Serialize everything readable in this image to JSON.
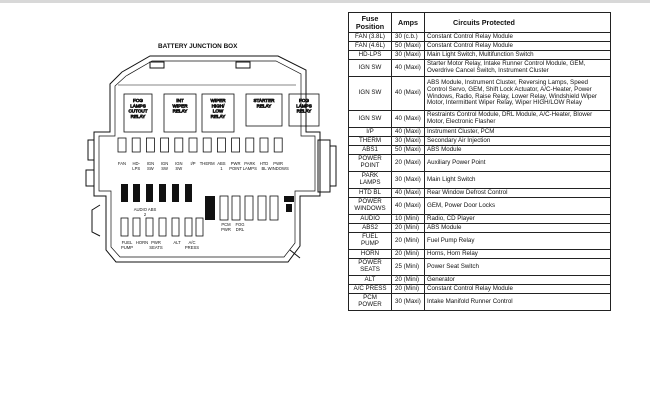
{
  "diagram": {
    "title": "BATTERY JUNCTION BOX",
    "relays": [
      {
        "label": "FOG\nLAMPS\nCUTOUT\nRELAY"
      },
      {
        "label": "INT\nWIPER\nRELAY"
      },
      {
        "label": "WIPER\nHIGH/\nLOW\nRELAY"
      },
      {
        "label": "STARTER\nRELAY"
      },
      {
        "label": "FOG\nLAMPS\nRELAY"
      }
    ],
    "maxi_fuse_labels": [
      {
        "label": "FAN"
      },
      {
        "label": "HD-\nLPS"
      },
      {
        "label": "IGN\nSW"
      },
      {
        "label": "IGN\nSW"
      },
      {
        "label": "IGN\nSW"
      },
      {
        "label": "I/P"
      },
      {
        "label": "THERM"
      },
      {
        "label": "ABS\n1"
      },
      {
        "label": "PWR\nPOINT"
      },
      {
        "label": "PARK\nLAMPS"
      },
      {
        "label": "HTD\nBL"
      },
      {
        "label": "PWR\nWINDOWS"
      }
    ],
    "audio_abs_label": "AUDIO ABS\n2",
    "bottom_labels": [
      {
        "label": "FUEL\nPUMP"
      },
      {
        "label": "HORN"
      },
      {
        "label": "PWR\nSEATS"
      },
      {
        "label": "ALT"
      },
      {
        "label": "A/C\nPRESS"
      },
      {
        "label": "PCM\nPWR"
      },
      {
        "label": "FOG\nDRL"
      }
    ]
  },
  "table": {
    "headers": {
      "position": "Fuse\nPosition",
      "amps": "Amps",
      "circuits": "Circuits Protected"
    },
    "rows": [
      {
        "position": "FAN (3.8L)",
        "amps": "30 (c.b.)",
        "circuits": "Constant Control Relay Module"
      },
      {
        "position": "FAN (4.6L)",
        "amps": "50 (Maxi)",
        "circuits": "Constant Control Relay Module"
      },
      {
        "position": "HD-LPS",
        "amps": "30 (Maxi)",
        "circuits": "Main Light Switch, Multifunction Switch"
      },
      {
        "position": "IGN SW",
        "amps": "40 (Maxi)",
        "circuits": "Starter Motor Relay, Intake Runner Control Module, GEM, Overdrive Cancel Switch, Instrument Cluster"
      },
      {
        "position": "IGN SW",
        "amps": "40 (Maxi)",
        "circuits": "ABS Module, Instrument Cluster, Reversing Lamps, Speed Control Servo, GEM, Shift Lock Actuator, A/C-Heater, Power Windows, Radio, Raise Relay, Lower Relay, Windshield Wiper Motor, Intermittent Wiper Relay, Wiper HIGH/LOW Relay"
      },
      {
        "position": "IGN SW",
        "amps": "40 (Maxi)",
        "circuits": "Restraints Control Module, DRL Module, A/C-Heater, Blower Motor, Electronic Flasher"
      },
      {
        "position": "I/P",
        "amps": "40 (Maxi)",
        "circuits": "Instrument Cluster, PCM"
      },
      {
        "position": "THERM",
        "amps": "30 (Maxi)",
        "circuits": "Secondary Air Injection"
      },
      {
        "position": "ABS1",
        "amps": "50 (Maxi)",
        "circuits": "ABS Module"
      },
      {
        "position": "POWER\nPOINT",
        "amps": "20 (Maxi)",
        "circuits": "Auxiliary Power Point"
      },
      {
        "position": "PARK\nLAMPS",
        "amps": "30 (Maxi)",
        "circuits": "Main Light Switch"
      },
      {
        "position": "HTD BL",
        "amps": "40 (Maxi)",
        "circuits": "Rear Window Defrost Control"
      },
      {
        "position": "POWER\nWINDOWS",
        "amps": "40 (Maxi)",
        "circuits": "GEM, Power Door Locks"
      },
      {
        "position": "AUDIO",
        "amps": "10 (Mini)",
        "circuits": "Radio, CD Player"
      },
      {
        "position": "ABS2",
        "amps": "20 (Mini)",
        "circuits": "ABS Module"
      },
      {
        "position": "FUEL\nPUMP",
        "amps": "20 (Mini)",
        "circuits": "Fuel Pump Relay"
      },
      {
        "position": "HORN",
        "amps": "20 (Mini)",
        "circuits": "Horns, Horn Relay"
      },
      {
        "position": "POWER\nSEATS",
        "amps": "25 (Mini)",
        "circuits": "Power Seat Switch"
      },
      {
        "position": "ALT",
        "amps": "20 (Mini)",
        "circuits": "Generator"
      },
      {
        "position": "A/C PRESS",
        "amps": "20 (Mini)",
        "circuits": "Constant Control Relay Module"
      },
      {
        "position": "PCM\nPOWER",
        "amps": "30 (Maxi)",
        "circuits": "Intake Manifold Runner Control"
      }
    ]
  }
}
